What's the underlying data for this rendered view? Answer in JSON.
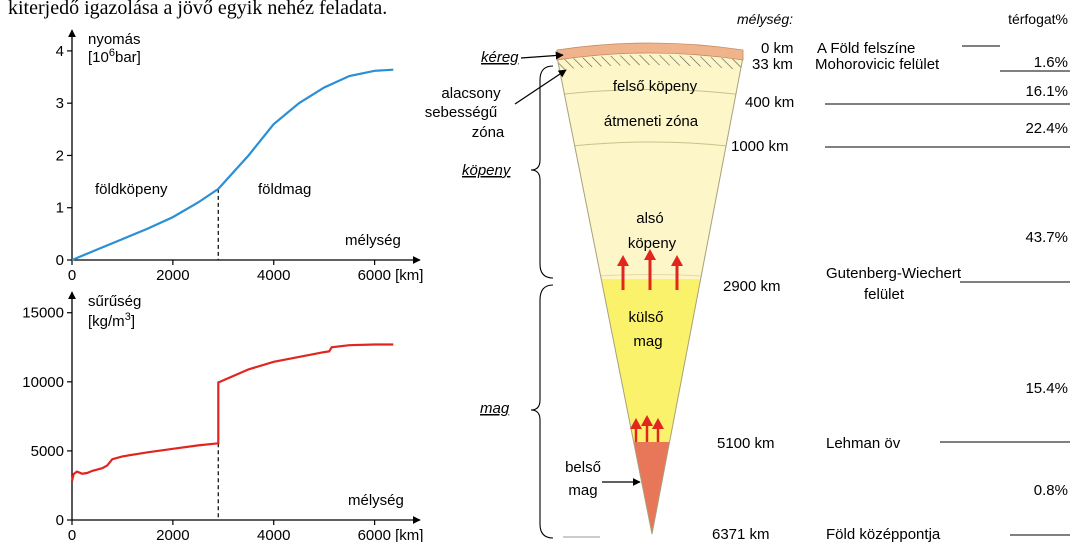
{
  "header_text": "kiterjedő igazolása a jövő egyik nehéz feladata.",
  "pressure_chart": {
    "ylabel_line1": "nyomás",
    "ylabel_line2_pre": "[10",
    "ylabel_line2_sup": "6",
    "ylabel_line2_post": "bar]",
    "xlabel": "mélység",
    "x_ticks": [
      "0",
      "2000",
      "4000",
      "6000 [km]"
    ],
    "y_ticks": [
      "0",
      "1",
      "2",
      "3",
      "4"
    ],
    "region_left": "földköpeny",
    "region_right": "földmag",
    "color": "#2a8fd4"
  },
  "density_chart": {
    "ylabel_line1": "sűrűség",
    "ylabel_line2_pre": "[kg/m",
    "ylabel_line2_sup": "3",
    "ylabel_line2_post": "]",
    "xlabel": "mélység",
    "x_ticks": [
      "0",
      "2000",
      "4000",
      "6000 [km]"
    ],
    "y_ticks": [
      "0",
      "5000",
      "10000",
      "15000"
    ],
    "color": "#e0261e"
  },
  "chart_data": [
    {
      "type": "line",
      "x": [
        0,
        500,
        1000,
        1500,
        2000,
        2500,
        2900,
        3500,
        4000,
        4500,
        5000,
        5500,
        6000,
        6371
      ],
      "y": [
        0,
        0.2,
        0.4,
        0.6,
        0.82,
        1.1,
        1.36,
        2.0,
        2.6,
        3.0,
        3.3,
        3.52,
        3.62,
        3.64
      ],
      "ylim": [
        0,
        4.4
      ],
      "xlim": [
        0,
        6900
      ],
      "boundary_x": 2900
    },
    {
      "type": "line",
      "x": [
        0,
        30,
        60,
        100,
        200,
        300,
        400,
        500,
        600,
        700,
        800,
        1000,
        1500,
        2000,
        2500,
        2900,
        2900,
        3500,
        4000,
        4500,
        5000,
        5100,
        5150,
        5500,
        6000,
        6371
      ],
      "y": [
        2800,
        3300,
        3400,
        3500,
        3350,
        3400,
        3550,
        3650,
        3750,
        3950,
        4400,
        4600,
        4900,
        5150,
        5400,
        5550,
        9950,
        10900,
        11450,
        11800,
        12150,
        12200,
        12500,
        12650,
        12700,
        12700
      ],
      "ylim": [
        0,
        16500
      ],
      "xlim": [
        0,
        6900
      ],
      "boundary_x": 2900
    }
  ],
  "earth_section": {
    "col_depth_header": "mélység:",
    "col_volume_header": "térfogat%",
    "left_labels": {
      "crust": "kéreg",
      "low_velocity_1": "alacsony",
      "low_velocity_2": "sebességű",
      "low_velocity_3": "zóna",
      "mantle": "köpeny",
      "core": "mag"
    },
    "layer_labels": {
      "upper_mantle": "felső köpeny",
      "transition": "átmeneti zóna",
      "lower_mantle_1": "alsó",
      "lower_mantle_2": "köpeny",
      "outer_core_1": "külső",
      "outer_core_2": "mag",
      "inner_core_1": "belső",
      "inner_core_2": "mag"
    },
    "boundaries": [
      {
        "depth": "0 km",
        "name": "A Föld felszíne"
      },
      {
        "depth": "33 km",
        "name": "Mohorovicic felület"
      },
      {
        "depth": "400 km",
        "name": ""
      },
      {
        "depth": "1000 km",
        "name": ""
      },
      {
        "depth": "2900 km",
        "name_1": "Gutenberg-Wiechert",
        "name_2": "felület"
      },
      {
        "depth": "5100 km",
        "name": "Lehman öv"
      },
      {
        "depth": "6371 km",
        "name": "Föld középpontja"
      }
    ],
    "volumes": [
      "1.6%",
      "16.1%",
      "22.4%",
      "43.7%",
      "15.4%",
      "0.8%"
    ],
    "colors": {
      "crust": "#f0b48c",
      "mantle": "#fdf6c8",
      "outer_core": "#fbf26c",
      "inner_core": "#e8775a",
      "arrow": "#e0261e"
    }
  }
}
